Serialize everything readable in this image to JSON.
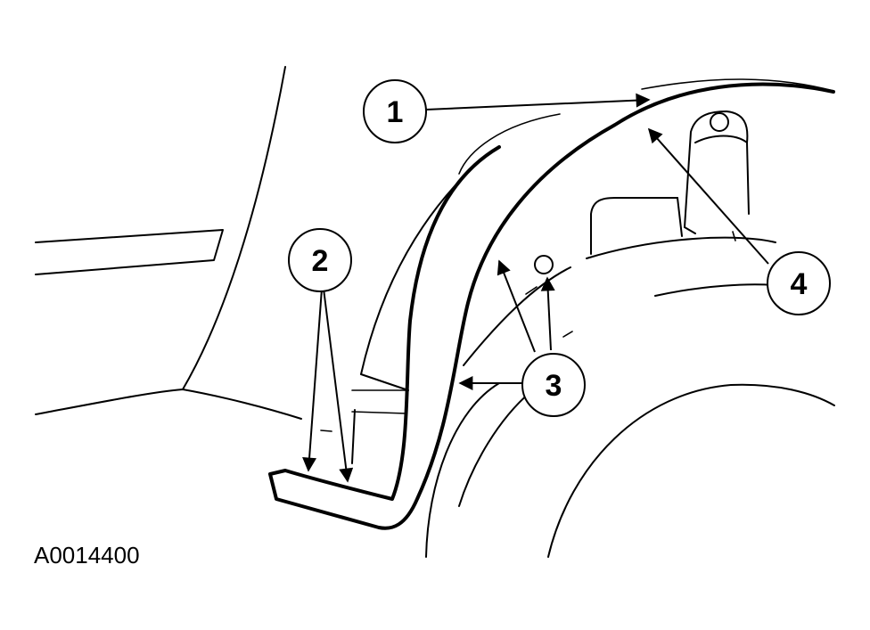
{
  "callouts": {
    "c1": "1",
    "c2": "2",
    "c3": "3",
    "c4": "4"
  },
  "figure_id": "A0014400",
  "colors": {
    "line": "#000000",
    "background": "#ffffff"
  }
}
